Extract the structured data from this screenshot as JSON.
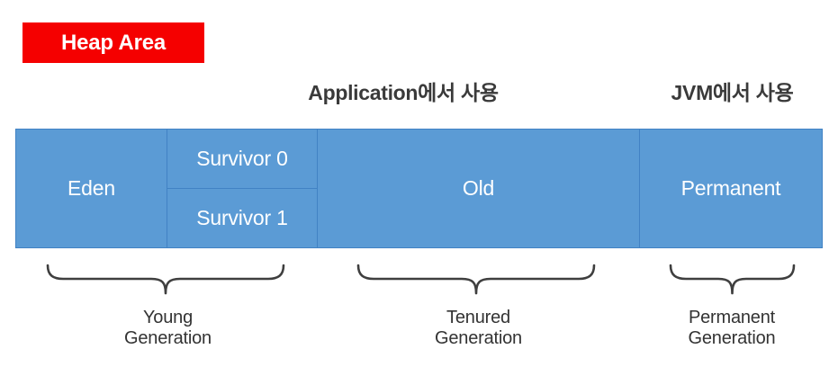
{
  "badge": {
    "label": "Heap Area",
    "background": "#F50000",
    "text_color": "#FFFFFF"
  },
  "captions": {
    "application_usage": "Application에서 사용",
    "jvm_usage": "JVM에서 사용"
  },
  "memory_bar": {
    "fill_color": "#5B9BD5",
    "border_color": "#4182C4",
    "label_color": "#FFFFFF",
    "regions": [
      {
        "name": "eden",
        "label": "Eden"
      },
      {
        "name": "survivor-0",
        "label": "Survivor 0"
      },
      {
        "name": "survivor-1",
        "label": "Survivor 1"
      },
      {
        "name": "old",
        "label": "Old"
      },
      {
        "name": "permanent",
        "label": "Permanent"
      }
    ]
  },
  "generations": [
    {
      "name": "young",
      "label": "Young\nGeneration"
    },
    {
      "name": "tenured",
      "label": "Tenured\nGeneration"
    },
    {
      "name": "permanent",
      "label": "Permanent\nGeneration"
    }
  ],
  "colors": {
    "brace_stroke": "#3F3F3F",
    "caption_text": "#333333",
    "page_background": "#FFFFFF"
  }
}
